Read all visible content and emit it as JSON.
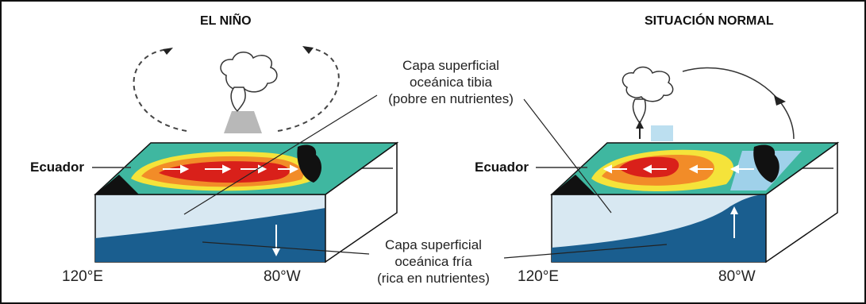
{
  "panels": {
    "left": {
      "title": "EL NIÑO",
      "equator": "Ecuador",
      "lon_west": "120°E",
      "lon_east": "80°W"
    },
    "right": {
      "title": "SITUACIÓN NORMAL",
      "equator": "Ecuador",
      "lon_west": "120°E",
      "lon_east": "80°W"
    }
  },
  "labels": {
    "warm_layer": [
      "Capa superficial",
      "oceánica tibia",
      "(pobre en nutrientes)"
    ],
    "cold_layer": [
      "Capa superficial",
      "oceánica fría",
      "(rica en nutrientes)"
    ]
  },
  "colors": {
    "warm_water": "#d8e8f2",
    "cold_water": "#1a5e8f",
    "hot_core": "#d9201a",
    "orange": "#f28c28",
    "yellow": "#f5e33a",
    "green": "#3fb7a0",
    "land": "#111111"
  }
}
